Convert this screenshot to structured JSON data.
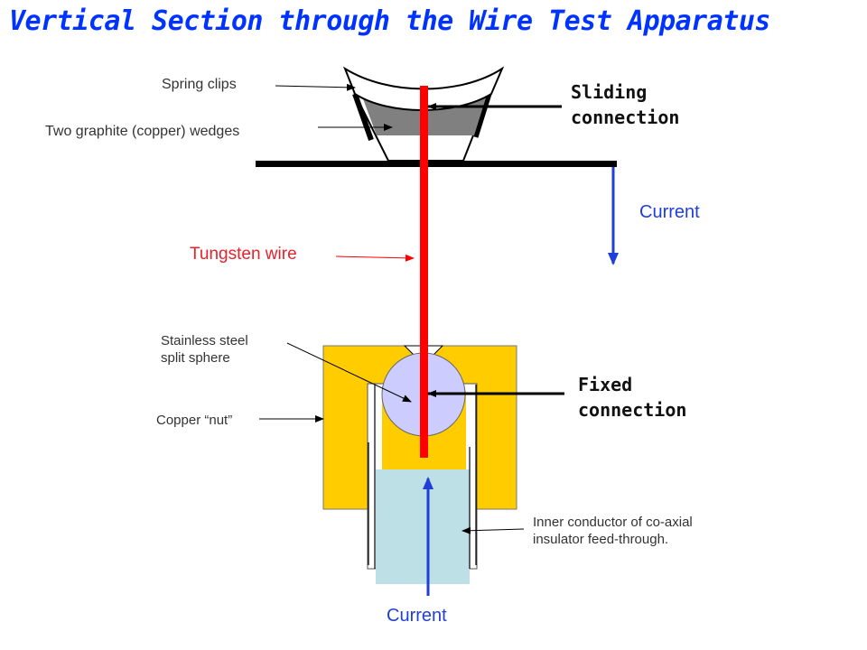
{
  "title": "Vertical Section through the Wire Test Apparatus",
  "labels": {
    "spring_clips": "Spring clips",
    "wedges": "Two graphite (copper) wedges",
    "sliding_connection": [
      "Sliding",
      "connection"
    ],
    "current_top": "Current",
    "tungsten_wire": "Tungsten wire",
    "split_sphere": [
      "Stainless steel",
      "split sphere"
    ],
    "copper_nut": "Copper “nut”",
    "fixed_connection": [
      "Fixed",
      "connection"
    ],
    "inner_conductor": [
      "Inner conductor of co-axial",
      "insulator feed-through."
    ],
    "current_bottom": "Current"
  },
  "colors": {
    "title": "#0033ff",
    "wire": "#ff0000",
    "copper_nut": "#ffcc00",
    "sphere": "#ccccff",
    "feedthrough": "#bde0e6",
    "wedges": "#808080",
    "current_arrow": "#1f3fd6"
  }
}
